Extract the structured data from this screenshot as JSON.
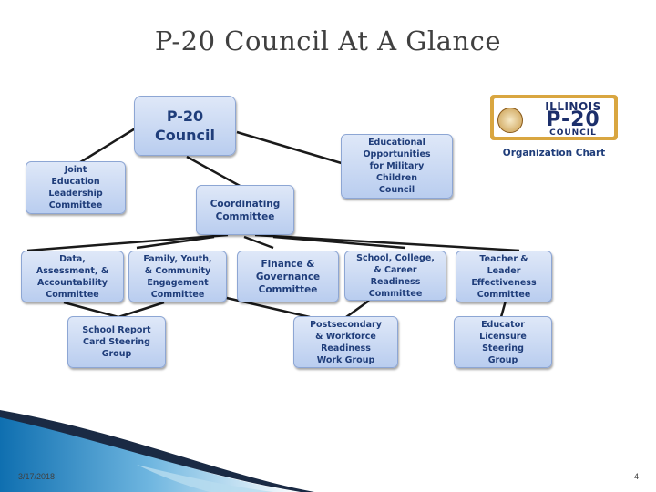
{
  "slide": {
    "title": "P-20 Council At A Glance",
    "date": "3/17/2018",
    "page_number": "4"
  },
  "logo": {
    "top_text": "ILLINOIS",
    "main_text": "P-20",
    "bottom_text": "COUNCIL",
    "caption": "Organization Chart"
  },
  "nodes": {
    "council": "P-20\nCouncil",
    "joint": "Joint\nEducation\nLeadership\nCommittee",
    "military": "Educational\nOpportunities\nfor Military\nChildren\nCouncil",
    "coordinating": "Coordinating\nCommittee",
    "data": "Data,\nAssessment, &\nAccountability\nCommittee",
    "family": "Family, Youth,\n& Community\nEngagement\nCommittee",
    "finance": "Finance &\nGovernance\nCommittee",
    "school": "School, College,\n& Career\nReadiness\nCommittee",
    "teacher": "Teacher &\nLeader\nEffectiveness\nCommittee",
    "report_card": "School Report\nCard Steering\nGroup",
    "postsecondary": "Postsecondary\n& Workforce\nReadiness\nWork Group",
    "educator": "Educator\nLicensure\nSteering\nGroup"
  }
}
